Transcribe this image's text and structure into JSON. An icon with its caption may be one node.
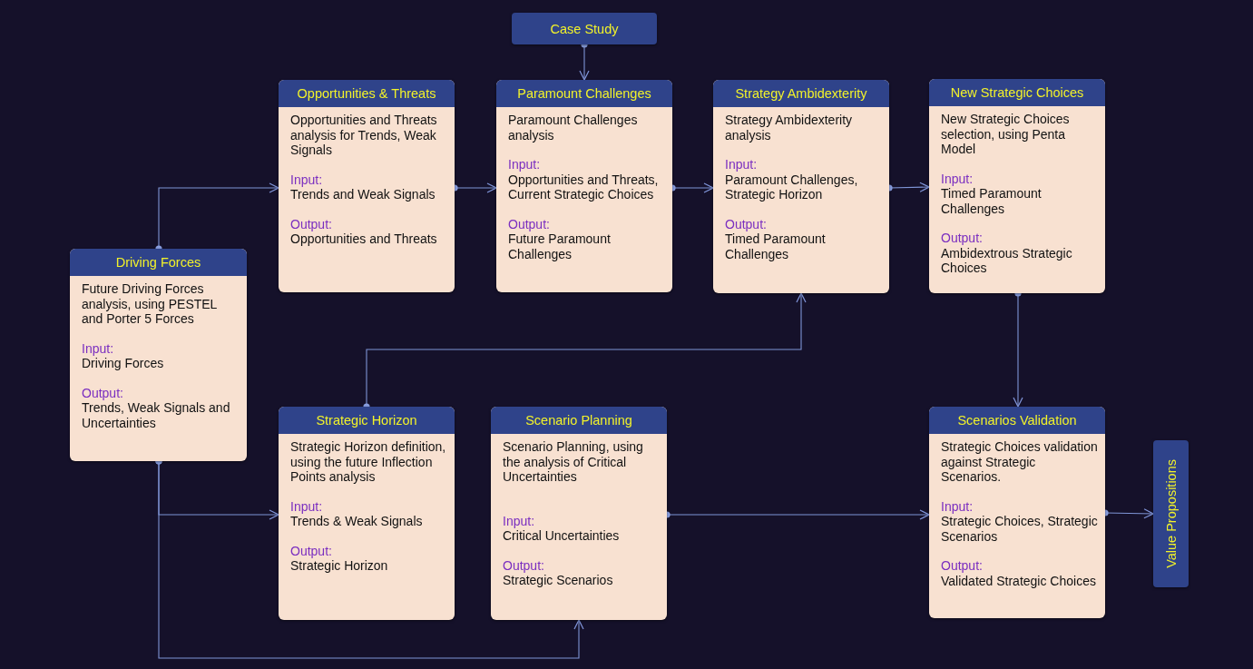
{
  "diagram": {
    "nodes": [
      {
        "text": [
          "Case Study"
        ]
      },
      {
        "text": [
          "Opportunities & Threats",
          "Opportunities and Threats analysis for Trends, Weak Signals",
          "Input:",
          "Trends and Weak Signals",
          "Output:",
          "Opportunities and Threats"
        ]
      },
      {
        "text": [
          "Paramount Challenges",
          "Paramount Challenges analysis",
          "Input:",
          "Opportunities and Threats, Current Strategic Choices",
          "Output:",
          "Future Paramount Challenges"
        ]
      },
      {
        "text": [
          "Strategy Ambidexterity",
          "Strategy Ambidexterity analysis",
          "Input:",
          "Paramount Challenges, Strategic Horizon",
          "Output:",
          "Timed Paramount Challenges"
        ]
      },
      {
        "text": [
          "New Strategic Choices",
          "New Strategic Choices selection, using Penta Model",
          "Input:",
          "Timed Paramount Challenges",
          "Output:",
          "Ambidextrous Strategic Choices"
        ]
      },
      {
        "text": [
          "Driving Forces",
          "Future Driving Forces analysis, using PESTEL and Porter 5 Forces",
          "Input:",
          "Driving Forces",
          "Output:",
          "Trends, Weak Signals and Uncertainties"
        ]
      },
      {
        "text": [
          "Strategic Horizon",
          "Strategic Horizon definition, using the future Inflection Points analysis",
          "Input:",
          "Trends & Weak Signals",
          "Output:",
          "Strategic Horizon"
        ]
      },
      {
        "text": [
          "Scenario Planning",
          "Scenario Planning, using the analysis of Critical Uncertainties",
          "Input:",
          "Critical Uncertainties",
          "Output:",
          "Strategic Scenarios"
        ]
      },
      {
        "text": [
          "Scenarios Validation",
          "Strategic Choices validation against Strategic Scenarios.",
          "Input:",
          "Strategic Choices, Strategic Scenarios",
          "Output:",
          "Validated Strategic Choices"
        ]
      },
      {
        "text": [
          "Value Propositions"
        ]
      }
    ],
    "edges": [
      {
        "from": 0,
        "to": 2,
        "arrow": "to"
      },
      {
        "from": 5,
        "to": 1,
        "arrow": "to"
      },
      {
        "from": 1,
        "to": 2,
        "arrow": "to"
      },
      {
        "from": 2,
        "to": 3,
        "arrow": "to"
      },
      {
        "from": 3,
        "to": 4,
        "arrow": "to"
      },
      {
        "from": 4,
        "to": 8,
        "arrow": "to"
      },
      {
        "from": 6,
        "to": 3,
        "arrow": "to"
      },
      {
        "from": 5,
        "to": 6,
        "arrow": "to"
      },
      {
        "from": 5,
        "to": 7,
        "arrow": "to"
      },
      {
        "from": 7,
        "to": 8,
        "arrow": "to"
      },
      {
        "from": 8,
        "to": 9,
        "arrow": "to"
      }
    ]
  }
}
